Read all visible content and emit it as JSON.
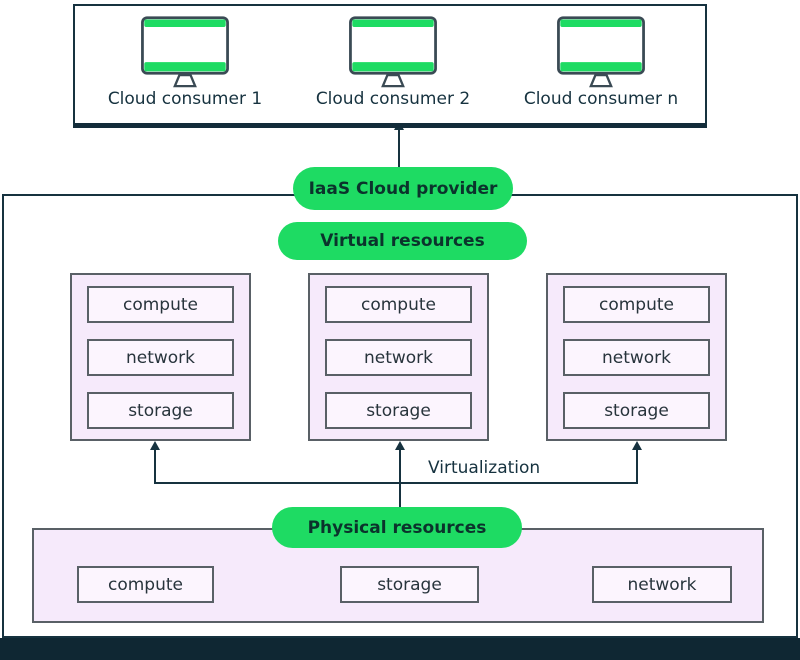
{
  "colors": {
    "green": "#1edb63",
    "navy": "#16323f",
    "lavender": "#f6eafb",
    "border_gray": "#596066",
    "bottom_bar": "#0f2733",
    "pill_text": "#0b332c"
  },
  "consumers": [
    {
      "label": "Cloud consumer 1"
    },
    {
      "label": "Cloud consumer 2"
    },
    {
      "label": "Cloud consumer n"
    }
  ],
  "provider": {
    "label": "IaaS Cloud provider"
  },
  "virtual": {
    "label": "Virtual resources",
    "groups": [
      {
        "items": [
          "compute",
          "network",
          "storage"
        ]
      },
      {
        "items": [
          "compute",
          "network",
          "storage"
        ]
      },
      {
        "items": [
          "compute",
          "network",
          "storage"
        ]
      }
    ]
  },
  "virtualization_label": "Virtualization",
  "physical": {
    "label": "Physical resources",
    "items": [
      "compute",
      "storage",
      "network"
    ]
  }
}
